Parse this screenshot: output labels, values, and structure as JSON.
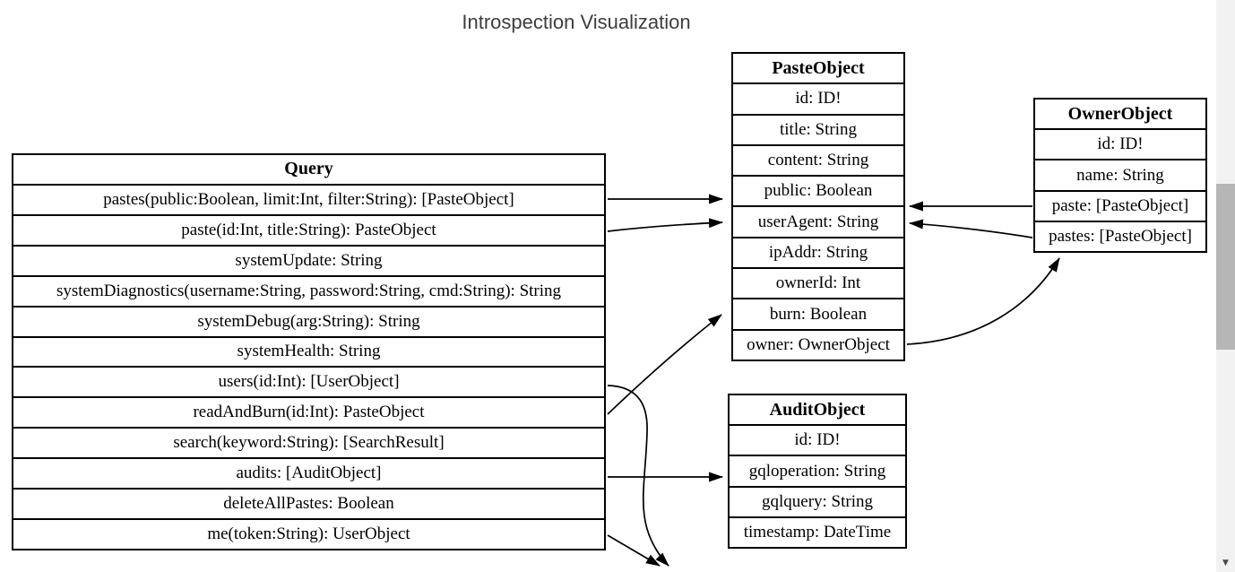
{
  "title": "Introspection Visualization",
  "colors": {
    "background": "#ffffff",
    "line": "#000000",
    "title_text": "#3d3d3d",
    "scrollbar_track": "#f2f2f2",
    "scrollbar_thumb": "#b5b6b5"
  },
  "tables": {
    "query": {
      "title": "Query",
      "rows": [
        "pastes(public:Boolean, limit:Int, filter:String): [PasteObject]",
        "paste(id:Int, title:String): PasteObject",
        "systemUpdate: String",
        "systemDiagnostics(username:String, password:String, cmd:String): String",
        "systemDebug(arg:String): String",
        "systemHealth: String",
        "users(id:Int): [UserObject]",
        "readAndBurn(id:Int): PasteObject",
        "search(keyword:String): [SearchResult]",
        "audits: [AuditObject]",
        "deleteAllPastes: Boolean",
        "me(token:String): UserObject"
      ]
    },
    "paste_object": {
      "title": "PasteObject",
      "rows": [
        "id: ID!",
        "title: String",
        "content: String",
        "public: Boolean",
        "userAgent: String",
        "ipAddr: String",
        "ownerId: Int",
        "burn: Boolean",
        "owner: OwnerObject"
      ]
    },
    "owner_object": {
      "title": "OwnerObject",
      "rows": [
        "id: ID!",
        "name: String",
        "paste: [PasteObject]",
        "pastes: [PasteObject]"
      ]
    },
    "audit_object": {
      "title": "AuditObject",
      "rows": [
        "id: ID!",
        "gqloperation: String",
        "gqlquery: String",
        "timestamp: DateTime"
      ]
    }
  },
  "edges": [
    {
      "from": "Query.pastes",
      "to": "PasteObject"
    },
    {
      "from": "Query.paste",
      "to": "PasteObject"
    },
    {
      "from": "Query.users",
      "to": "offscreen-bottom"
    },
    {
      "from": "Query.readAndBurn",
      "to": "PasteObject"
    },
    {
      "from": "Query.audits",
      "to": "AuditObject"
    },
    {
      "from": "Query.me",
      "to": "offscreen-bottom"
    },
    {
      "from": "OwnerObject.paste",
      "to": "PasteObject"
    },
    {
      "from": "OwnerObject.pastes",
      "to": "PasteObject"
    },
    {
      "from": "PasteObject.owner",
      "to": "OwnerObject"
    }
  ],
  "scrollbar": {
    "down_arrow": "▼"
  }
}
